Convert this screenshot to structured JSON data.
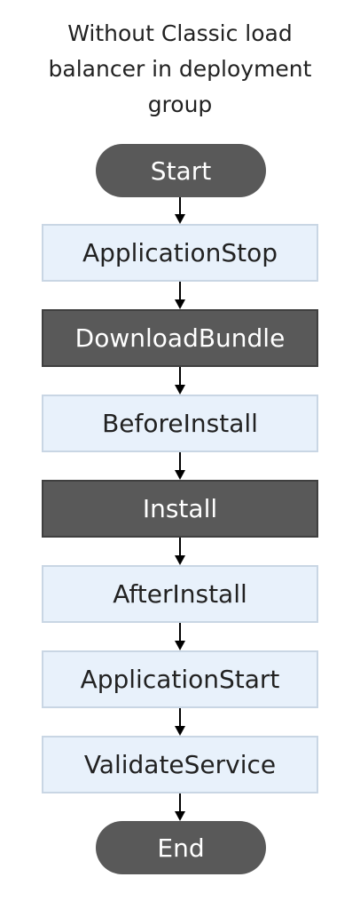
{
  "title": "Without Classic load balancer in deployment group",
  "flow": {
    "start": "Start",
    "steps": [
      "ApplicationStop",
      "DownloadBundle",
      "BeforeInstall",
      "Install",
      "AfterInstall",
      "ApplicationStart",
      "ValidateService"
    ],
    "end": "End"
  },
  "colors": {
    "terminal_fill": "#595959",
    "light_step_fill": "#e8f1fb",
    "light_step_border": "#c9d6e4",
    "dark_step_fill": "#595959",
    "arrow": "#000000"
  }
}
